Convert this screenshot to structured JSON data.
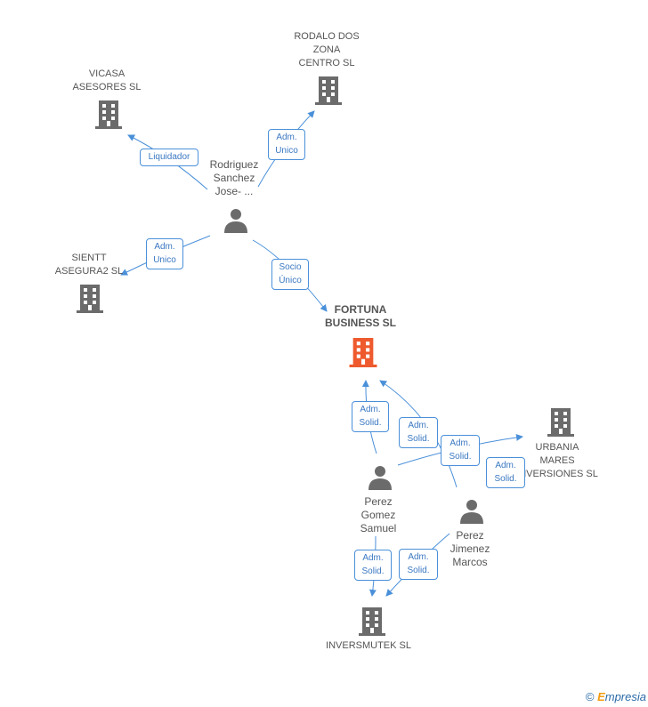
{
  "colors": {
    "edge": "#4a90d9",
    "node": "#6b6b6b",
    "focus": "#ee5a2e"
  },
  "companies": {
    "rodalo": "RODALO DOS ZONA CENTRO SL",
    "vicasa": "VICASA ASESORES SL",
    "sientt": "SIENTT ASEGURA2 SL",
    "fortuna": "FORTUNA BUSINESS SL",
    "urbania": "URBANIA MARES INVERSIONES SL",
    "inversmutek": "INVERSMUTEK SL"
  },
  "company_lines": {
    "rodalo": [
      "RODALO DOS",
      "ZONA",
      "CENTRO SL"
    ],
    "vicasa": [
      "VICASA",
      "ASESORES SL"
    ],
    "sientt": [
      "SIENTT",
      "ASEGURA2 SL"
    ],
    "fortuna": [
      "FORTUNA",
      "BUSINESS SL"
    ],
    "urbania": [
      "URBANIA",
      "MARES",
      "INVERSIONES SL"
    ],
    "inversmutek": [
      "INVERSMUTEK SL"
    ]
  },
  "people": {
    "rodriguez": [
      "Rodriguez",
      "Sanchez",
      "Jose- ..."
    ],
    "perez_gomez": [
      "Perez",
      "Gomez",
      "Samuel"
    ],
    "perez_jimenez": [
      "Perez",
      "Jimenez",
      "Marcos"
    ]
  },
  "edges": {
    "liquidador": [
      "Liquidador"
    ],
    "adm_unico_rodalo": [
      "Adm.",
      "Unico"
    ],
    "adm_unico_sientt": [
      "Adm.",
      "Unico"
    ],
    "socio_unico": [
      "Socio",
      "Único"
    ],
    "adm_solid_pg_fortuna": [
      "Adm.",
      "Solid."
    ],
    "adm_solid_pj_fortuna": [
      "Adm.",
      "Solid."
    ],
    "adm_solid_pg_urbania": [
      "Adm.",
      "Solid."
    ],
    "adm_solid_pj_urbania": [
      "Adm.",
      "Solid."
    ],
    "adm_solid_pg_invers": [
      "Adm.",
      "Solid."
    ],
    "adm_solid_pj_invers": [
      "Adm.",
      "Solid."
    ]
  },
  "footer": {
    "copyright": "©",
    "brand_initial": "E",
    "brand_rest": "mpresia"
  }
}
